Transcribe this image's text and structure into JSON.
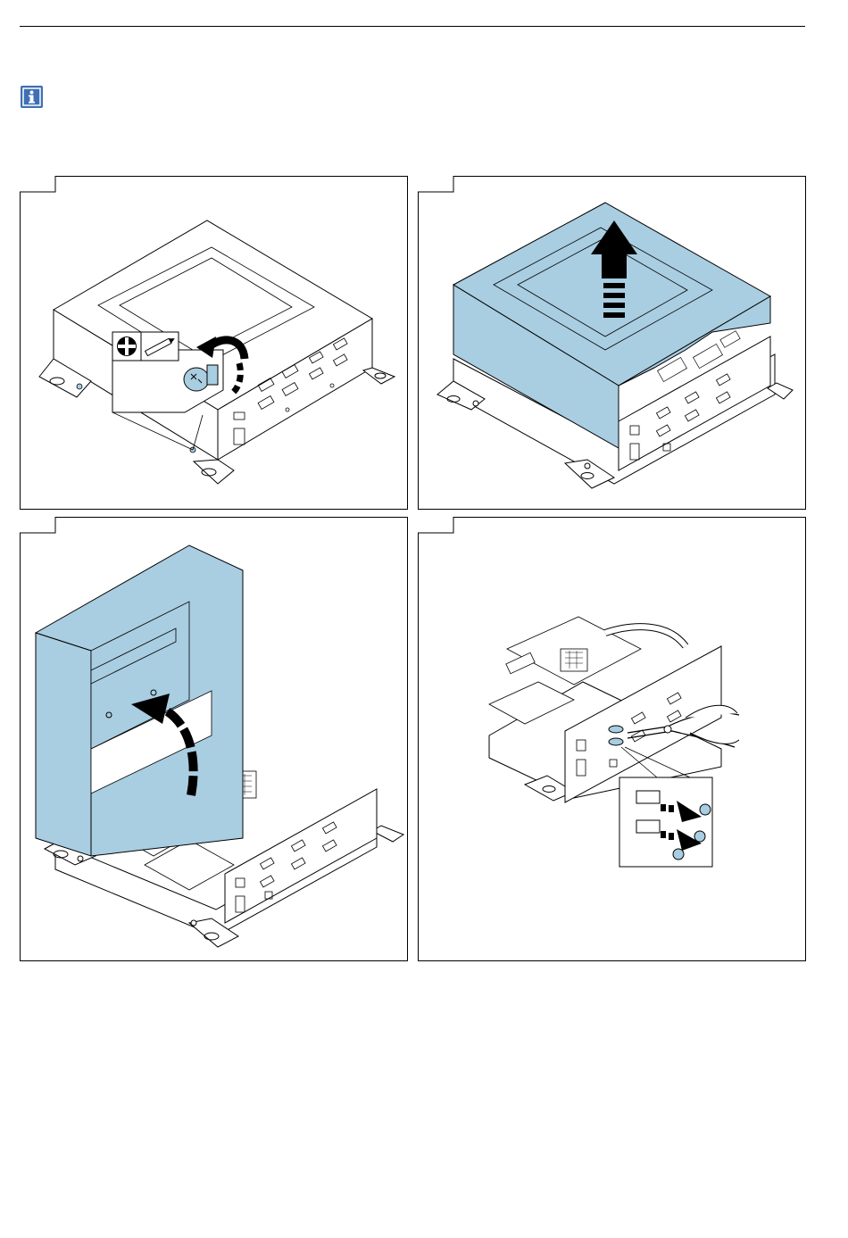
{
  "page": {
    "header_rule": true,
    "info_icon": "info-icon"
  },
  "colors": {
    "accent_blue": "#a9cde1",
    "icon_blue": "#3f6fb4",
    "line": "#000000"
  },
  "figures": [
    {
      "id": "fig-1",
      "icon": "phillips-screwdriver-icon",
      "arrow": "rotate-counterclockwise-arrow"
    },
    {
      "id": "fig-2",
      "arrow": "lift-up-arrow"
    },
    {
      "id": "fig-3",
      "arrow": "fold-open-arrow"
    },
    {
      "id": "fig-4",
      "arrow": "remove-nuts-arrow"
    }
  ]
}
